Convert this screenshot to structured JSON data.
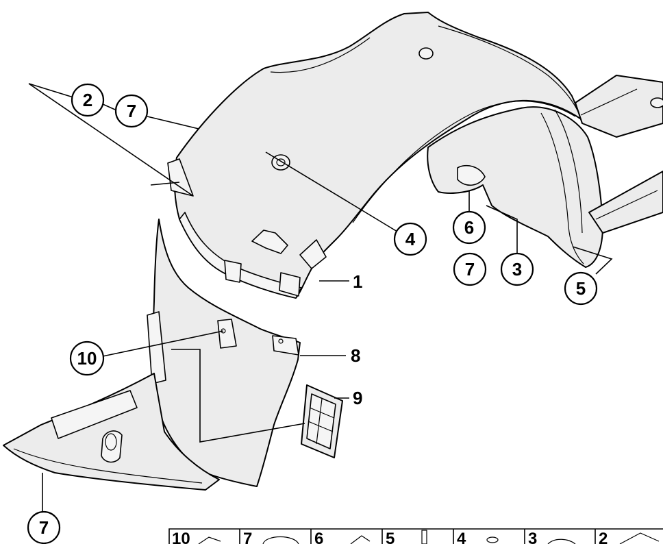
{
  "diagram": {
    "callouts": [
      {
        "id": "c2",
        "label": "2"
      },
      {
        "id": "c7a",
        "label": "7"
      },
      {
        "id": "c4",
        "label": "4"
      },
      {
        "id": "c6",
        "label": "6"
      },
      {
        "id": "c7b",
        "label": "7"
      },
      {
        "id": "c3",
        "label": "3"
      },
      {
        "id": "c5",
        "label": "5"
      },
      {
        "id": "c10",
        "label": "10"
      },
      {
        "id": "c7c",
        "label": "7"
      }
    ],
    "plain_labels": [
      {
        "id": "l1",
        "label": "1"
      },
      {
        "id": "l8",
        "label": "8"
      },
      {
        "id": "l9",
        "label": "9"
      }
    ],
    "legend_strip": [
      {
        "id": "s10",
        "label": "10",
        "icon": "clip-icon"
      },
      {
        "id": "s7",
        "label": "7",
        "icon": "expanding-rivet-icon"
      },
      {
        "id": "s6",
        "label": "6",
        "icon": "bracket-nut-icon"
      },
      {
        "id": "s5",
        "label": "5",
        "icon": "pin-icon"
      },
      {
        "id": "s4",
        "label": "4",
        "icon": "grommet-icon"
      },
      {
        "id": "s3",
        "label": "3",
        "icon": "spreader-rivet-icon"
      },
      {
        "id": "s2",
        "label": "2",
        "icon": "screw-icon"
      }
    ]
  }
}
